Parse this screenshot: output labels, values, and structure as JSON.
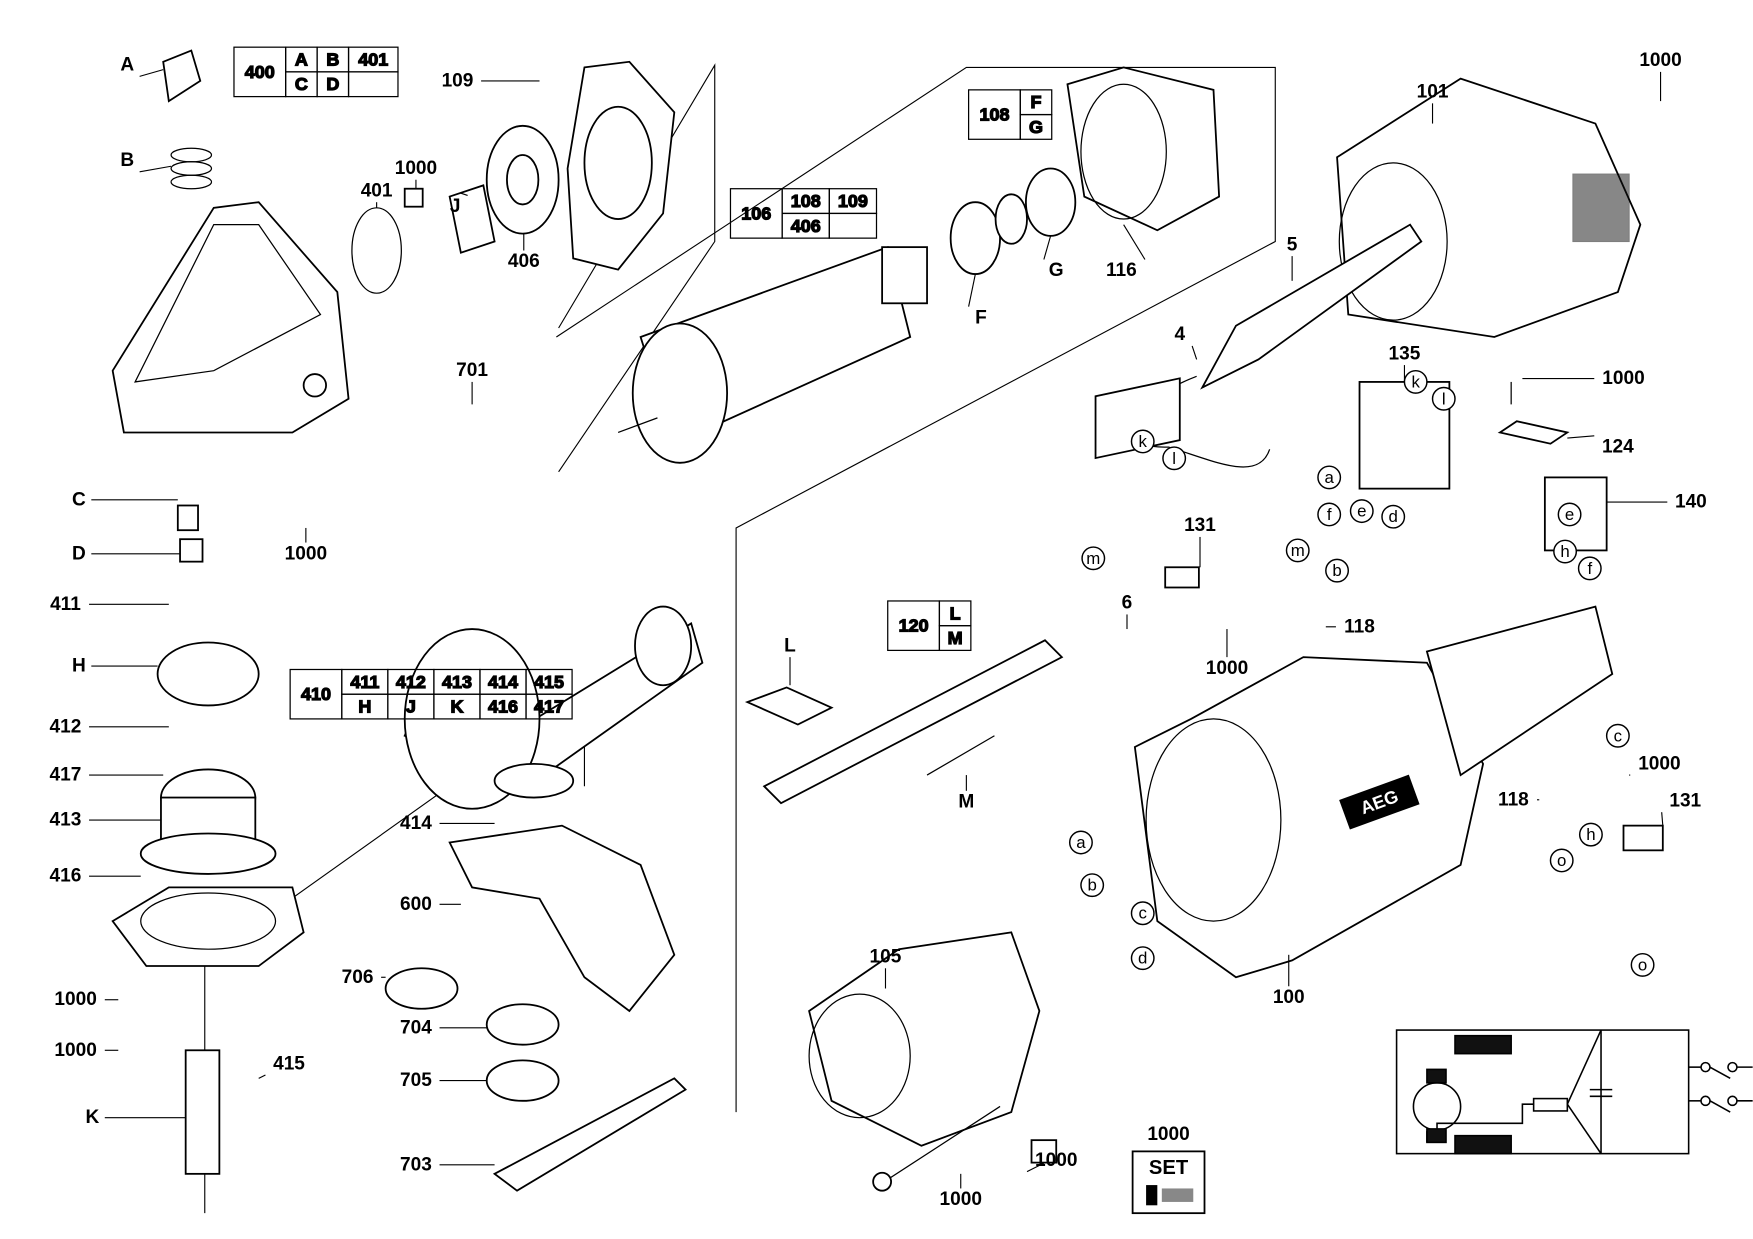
{
  "diagram": {
    "brand_logo": "AEG",
    "set_badge": {
      "number": "1000",
      "label": "SET"
    },
    "tables": {
      "t400": {
        "main": "400",
        "cells": [
          "A",
          "B",
          "401",
          "C",
          "D",
          ""
        ]
      },
      "t106": {
        "main": "106",
        "cells": [
          "108",
          "109",
          "406",
          ""
        ]
      },
      "t108": {
        "main": "108",
        "cells": [
          "F",
          "G"
        ]
      },
      "t120": {
        "main": "120",
        "cells": [
          "L",
          "M"
        ]
      },
      "t410": {
        "main": "410",
        "cells": [
          "411",
          "412",
          "413",
          "414",
          "415",
          "H",
          "J",
          "K",
          "416",
          "417"
        ]
      }
    },
    "callouts": [
      {
        "text": "A"
      },
      {
        "text": "B"
      },
      {
        "text": "109"
      },
      {
        "text": "1000"
      },
      {
        "text": "J"
      },
      {
        "text": "401"
      },
      {
        "text": "406"
      },
      {
        "text": "116"
      },
      {
        "text": "G"
      },
      {
        "text": "F"
      },
      {
        "text": "101"
      },
      {
        "text": "1000"
      },
      {
        "text": "5"
      },
      {
        "text": "4"
      },
      {
        "text": "135"
      },
      {
        "text": "k"
      },
      {
        "text": "l"
      },
      {
        "text": "1000"
      },
      {
        "text": "124"
      },
      {
        "text": "140"
      },
      {
        "text": "e"
      },
      {
        "text": "h"
      },
      {
        "text": "f"
      },
      {
        "text": "a"
      },
      {
        "text": "f"
      },
      {
        "text": "e"
      },
      {
        "text": "d"
      },
      {
        "text": "k"
      },
      {
        "text": "l"
      },
      {
        "text": "701"
      },
      {
        "text": "1000"
      },
      {
        "text": "C"
      },
      {
        "text": "D"
      },
      {
        "text": "411"
      },
      {
        "text": "H"
      },
      {
        "text": "412"
      },
      {
        "text": "417"
      },
      {
        "text": "413"
      },
      {
        "text": "416"
      },
      {
        "text": "1000"
      },
      {
        "text": "1000"
      },
      {
        "text": "K"
      },
      {
        "text": "415"
      },
      {
        "text": "414"
      },
      {
        "text": "600"
      },
      {
        "text": "706"
      },
      {
        "text": "704"
      },
      {
        "text": "705"
      },
      {
        "text": "703"
      },
      {
        "text": "L"
      },
      {
        "text": "M"
      },
      {
        "text": "m"
      },
      {
        "text": "131"
      },
      {
        "text": "m"
      },
      {
        "text": "b"
      },
      {
        "text": "118"
      },
      {
        "text": "1000"
      },
      {
        "text": "6"
      },
      {
        "text": "c"
      },
      {
        "text": "1000"
      },
      {
        "text": "118"
      },
      {
        "text": "131"
      },
      {
        "text": "h"
      },
      {
        "text": "o"
      },
      {
        "text": "o"
      },
      {
        "text": "105"
      },
      {
        "text": "a"
      },
      {
        "text": "b"
      },
      {
        "text": "c"
      },
      {
        "text": "d"
      },
      {
        "text": "100"
      },
      {
        "text": "1000"
      },
      {
        "text": "1000"
      }
    ]
  }
}
